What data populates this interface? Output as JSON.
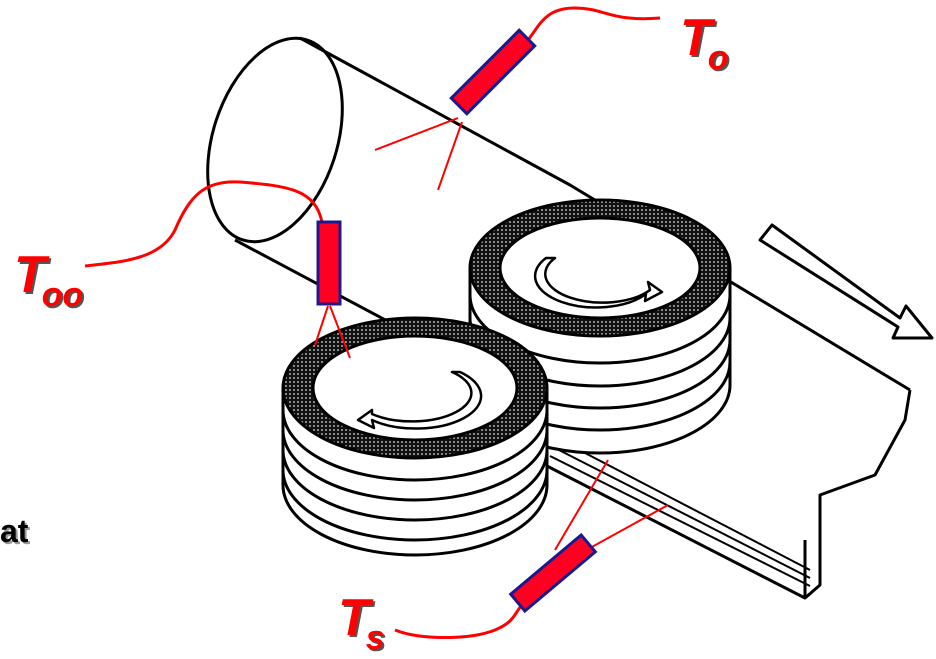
{
  "labels": {
    "t_o": {
      "main": "T",
      "sub": "o"
    },
    "t_oo": {
      "main": "T",
      "sub": "oo"
    },
    "t_s": {
      "main": "T",
      "sub": "s"
    }
  },
  "side_text": "at",
  "colors": {
    "sensor_fill": "#ff0022",
    "sensor_outline": "#1a1a8c",
    "wire": "#ff0000",
    "roll_band": "#2a2a2a",
    "outline": "#000000"
  }
}
